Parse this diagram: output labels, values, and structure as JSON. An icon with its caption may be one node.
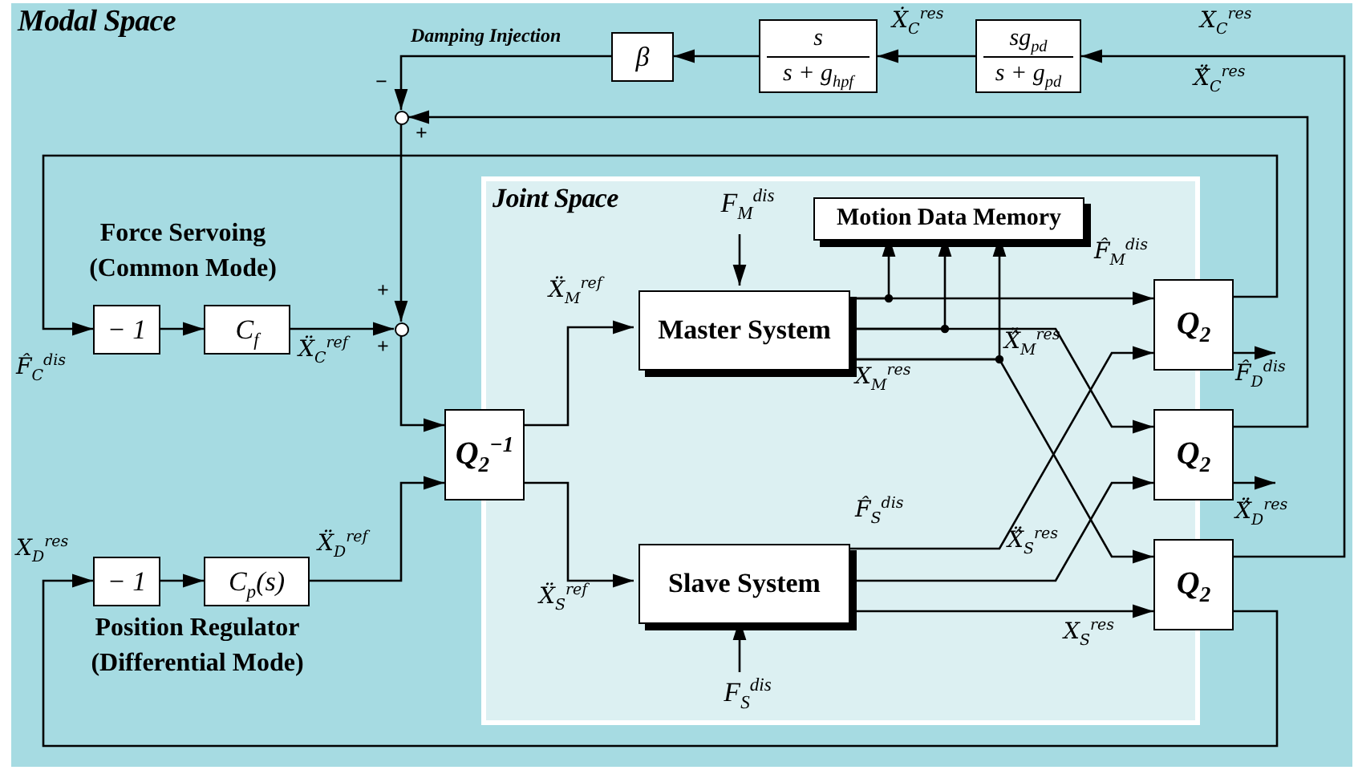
{
  "diagram": {
    "nodes": [
      {
        "text": [
          "Modal Space"
        ]
      },
      {
        "text": [
          "Joint Space"
        ],
        "in": 0
      },
      {
        "text": [
          "sg$_{pd}$",
          "s + g$_{pd}$"
        ],
        "in": 0
      },
      {
        "text": [
          "s",
          "s + g$_{hpf}$"
        ],
        "in": 0
      },
      {
        "text": [
          "β"
        ],
        "in": 0
      },
      {
        "text": [],
        "shape": "circle",
        "in": 0
      },
      {
        "text": [
          "− 1"
        ],
        "in": 0
      },
      {
        "text": [
          "C$_{f}$"
        ],
        "in": 0
      },
      {
        "text": [],
        "shape": "circle",
        "in": 0
      },
      {
        "text": [
          "Q$_{2}$$^{−1}$"
        ],
        "in": 0
      },
      {
        "text": [
          "− 1"
        ],
        "in": 0
      },
      {
        "text": [
          "C$_{p}$(s)"
        ],
        "in": 0
      },
      {
        "text": [
          "F$_{M}$$^{dis}$"
        ],
        "in": 1
      },
      {
        "text": [
          "Motion Data Memory"
        ],
        "in": 1
      },
      {
        "text": [
          "Master System"
        ],
        "in": 1
      },
      {
        "text": [
          "Slave System"
        ],
        "in": 1
      },
      {
        "text": [
          "F$_{S}$$^{dis}$"
        ],
        "in": 1
      },
      {
        "text": [
          "Q$_{2}$"
        ],
        "in": 0
      },
      {
        "text": [
          "Q$_{2}$"
        ],
        "in": 0
      },
      {
        "text": [
          "Q$_{2}$"
        ],
        "in": 0
      }
    ],
    "edges": [
      {
        "from": 2,
        "to": 3,
        "arrow": "to",
        "label": "Ẋ$_{C}$$^{res}$"
      },
      {
        "from": 3,
        "to": 4,
        "arrow": "to"
      },
      {
        "from": 4,
        "to": 5,
        "arrow": "to"
      },
      {
        "from": 18,
        "to": 5,
        "arrow": "to",
        "label": "Ẍ̂$_{C}$$^{res}$"
      },
      {
        "from": 19,
        "to": 2,
        "arrow": "to",
        "label": "X$_{C}$$^{res}$"
      },
      {
        "from": 17,
        "to": 6,
        "arrow": "to",
        "label": "F̂$_{C}$$^{dis}$"
      },
      {
        "from": 6,
        "to": 7,
        "arrow": "to"
      },
      {
        "from": 7,
        "to": 8,
        "arrow": "to",
        "label": "Ẍ$_{C}$$^{ref}$"
      },
      {
        "from": 5,
        "to": 8,
        "arrow": "to"
      },
      {
        "from": 8,
        "to": 9,
        "arrow": "to"
      },
      {
        "from": 10,
        "to": 11,
        "arrow": "to"
      },
      {
        "from": 11,
        "to": 9,
        "arrow": "to",
        "label": "Ẍ$_{D}$$^{ref}$"
      },
      {
        "from": 19,
        "to": 10,
        "arrow": "to",
        "label": "X$_{D}$$^{res}$"
      },
      {
        "from": 9,
        "to": 14,
        "arrow": "to",
        "label": "Ẍ$_{M}$$^{ref}$"
      },
      {
        "from": 9,
        "to": 15,
        "arrow": "to",
        "label": "Ẍ$_{S}$$^{ref}$"
      },
      {
        "from": 12,
        "to": 14,
        "arrow": "to"
      },
      {
        "from": 16,
        "to": 15,
        "arrow": "to"
      },
      {
        "from": 14,
        "to": 17,
        "arrow": "to",
        "label": "F̂$_{M}$$^{dis}$"
      },
      {
        "from": 14,
        "to": 18,
        "arrow": "to",
        "label": "Ẍ̂$_{M}$$^{res}$"
      },
      {
        "from": 14,
        "to": 19,
        "arrow": "to",
        "label": "X$_{M}$$^{res}$"
      },
      {
        "from": 14,
        "to": 13,
        "arrow": "to"
      },
      {
        "from": 14,
        "to": 13,
        "arrow": "to"
      },
      {
        "from": 14,
        "to": 13,
        "arrow": "to"
      },
      {
        "from": 15,
        "to": 17,
        "arrow": "to",
        "label": "F̂$_{S}$$^{dis}$"
      },
      {
        "from": 15,
        "to": 18,
        "arrow": "to",
        "label": "Ẍ̂$_{S}$$^{res}$"
      },
      {
        "from": 15,
        "to": 19,
        "arrow": "to",
        "label": "X$_{S}$$^{res}$"
      },
      {
        "from": 17,
        "to": null,
        "arrow": "to",
        "label": "F̂$_{D}$$^{dis}$"
      },
      {
        "from": 18,
        "to": null,
        "arrow": "to",
        "label": "Ẍ̂$_{D}$$^{res}$"
      }
    ],
    "labels": [
      "Damping Injection",
      "−",
      "+",
      "Force Servoing (Common Mode)",
      "+",
      "+",
      "Position Regulator (Differential Mode)"
    ]
  }
}
